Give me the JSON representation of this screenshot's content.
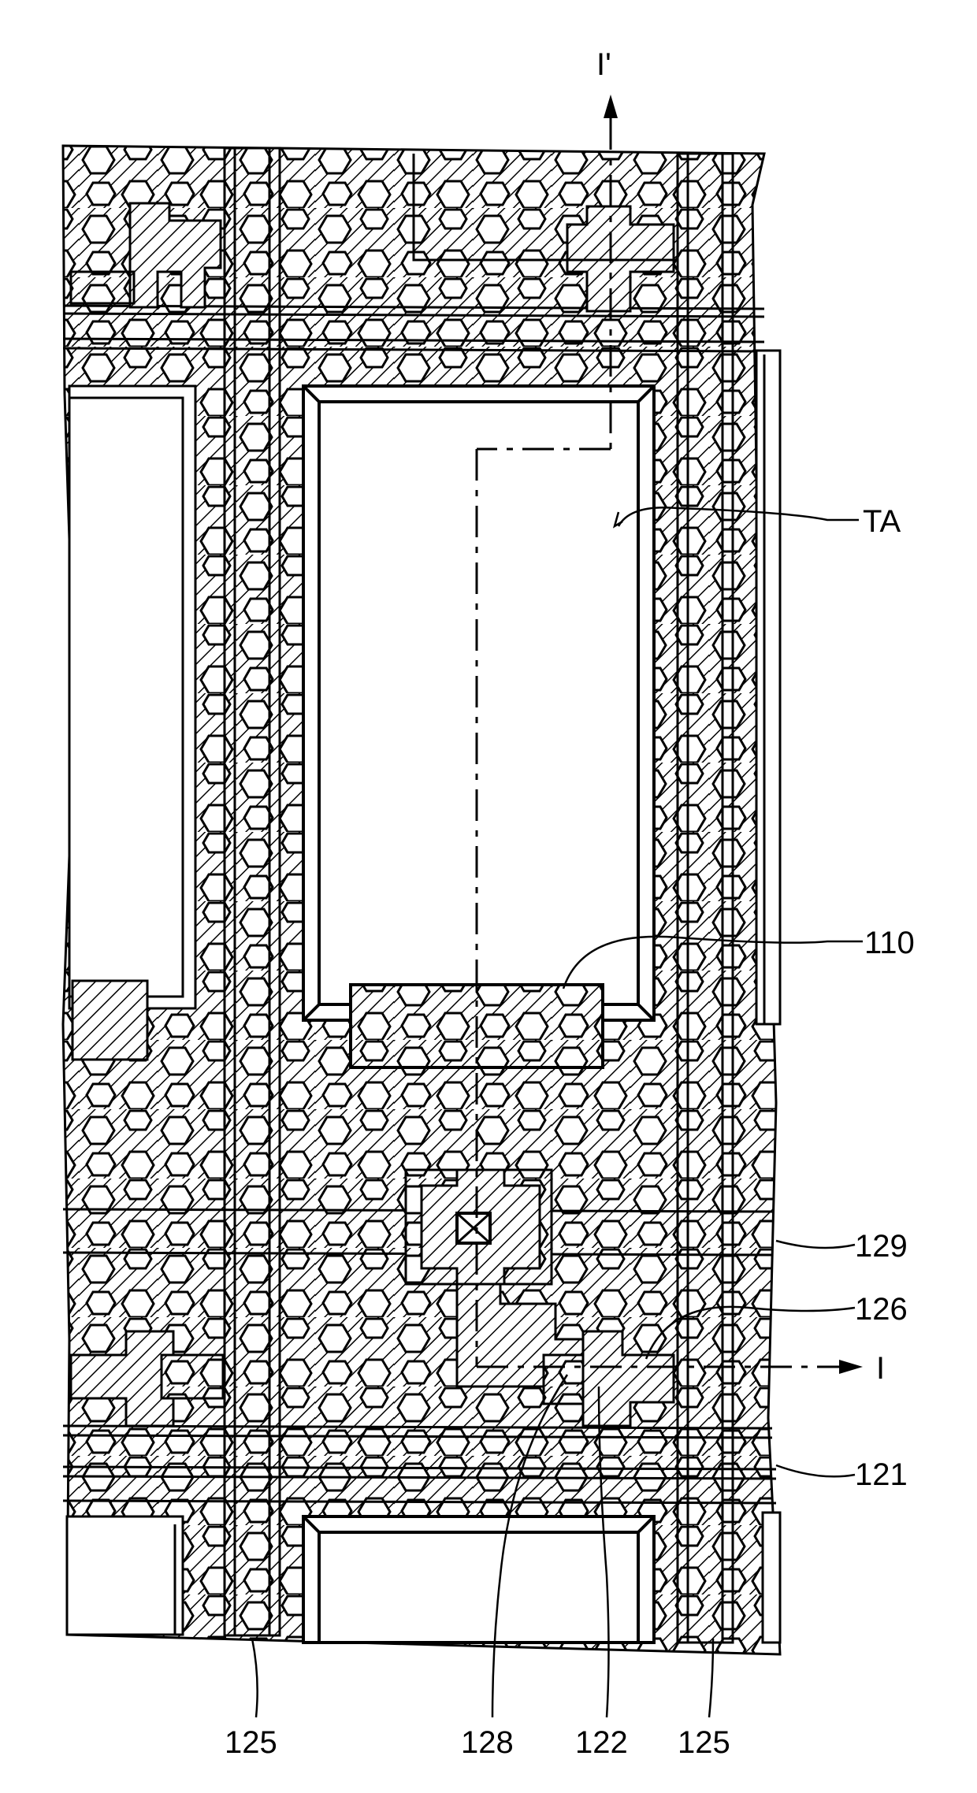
{
  "labels": {
    "section_top": "I'",
    "section_right": "I",
    "ta": "TA",
    "r110": "110",
    "r129": "129",
    "r126": "126",
    "r121": "121",
    "b125_left": "125",
    "b128": "128",
    "b122": "122",
    "b125_right": "125"
  }
}
